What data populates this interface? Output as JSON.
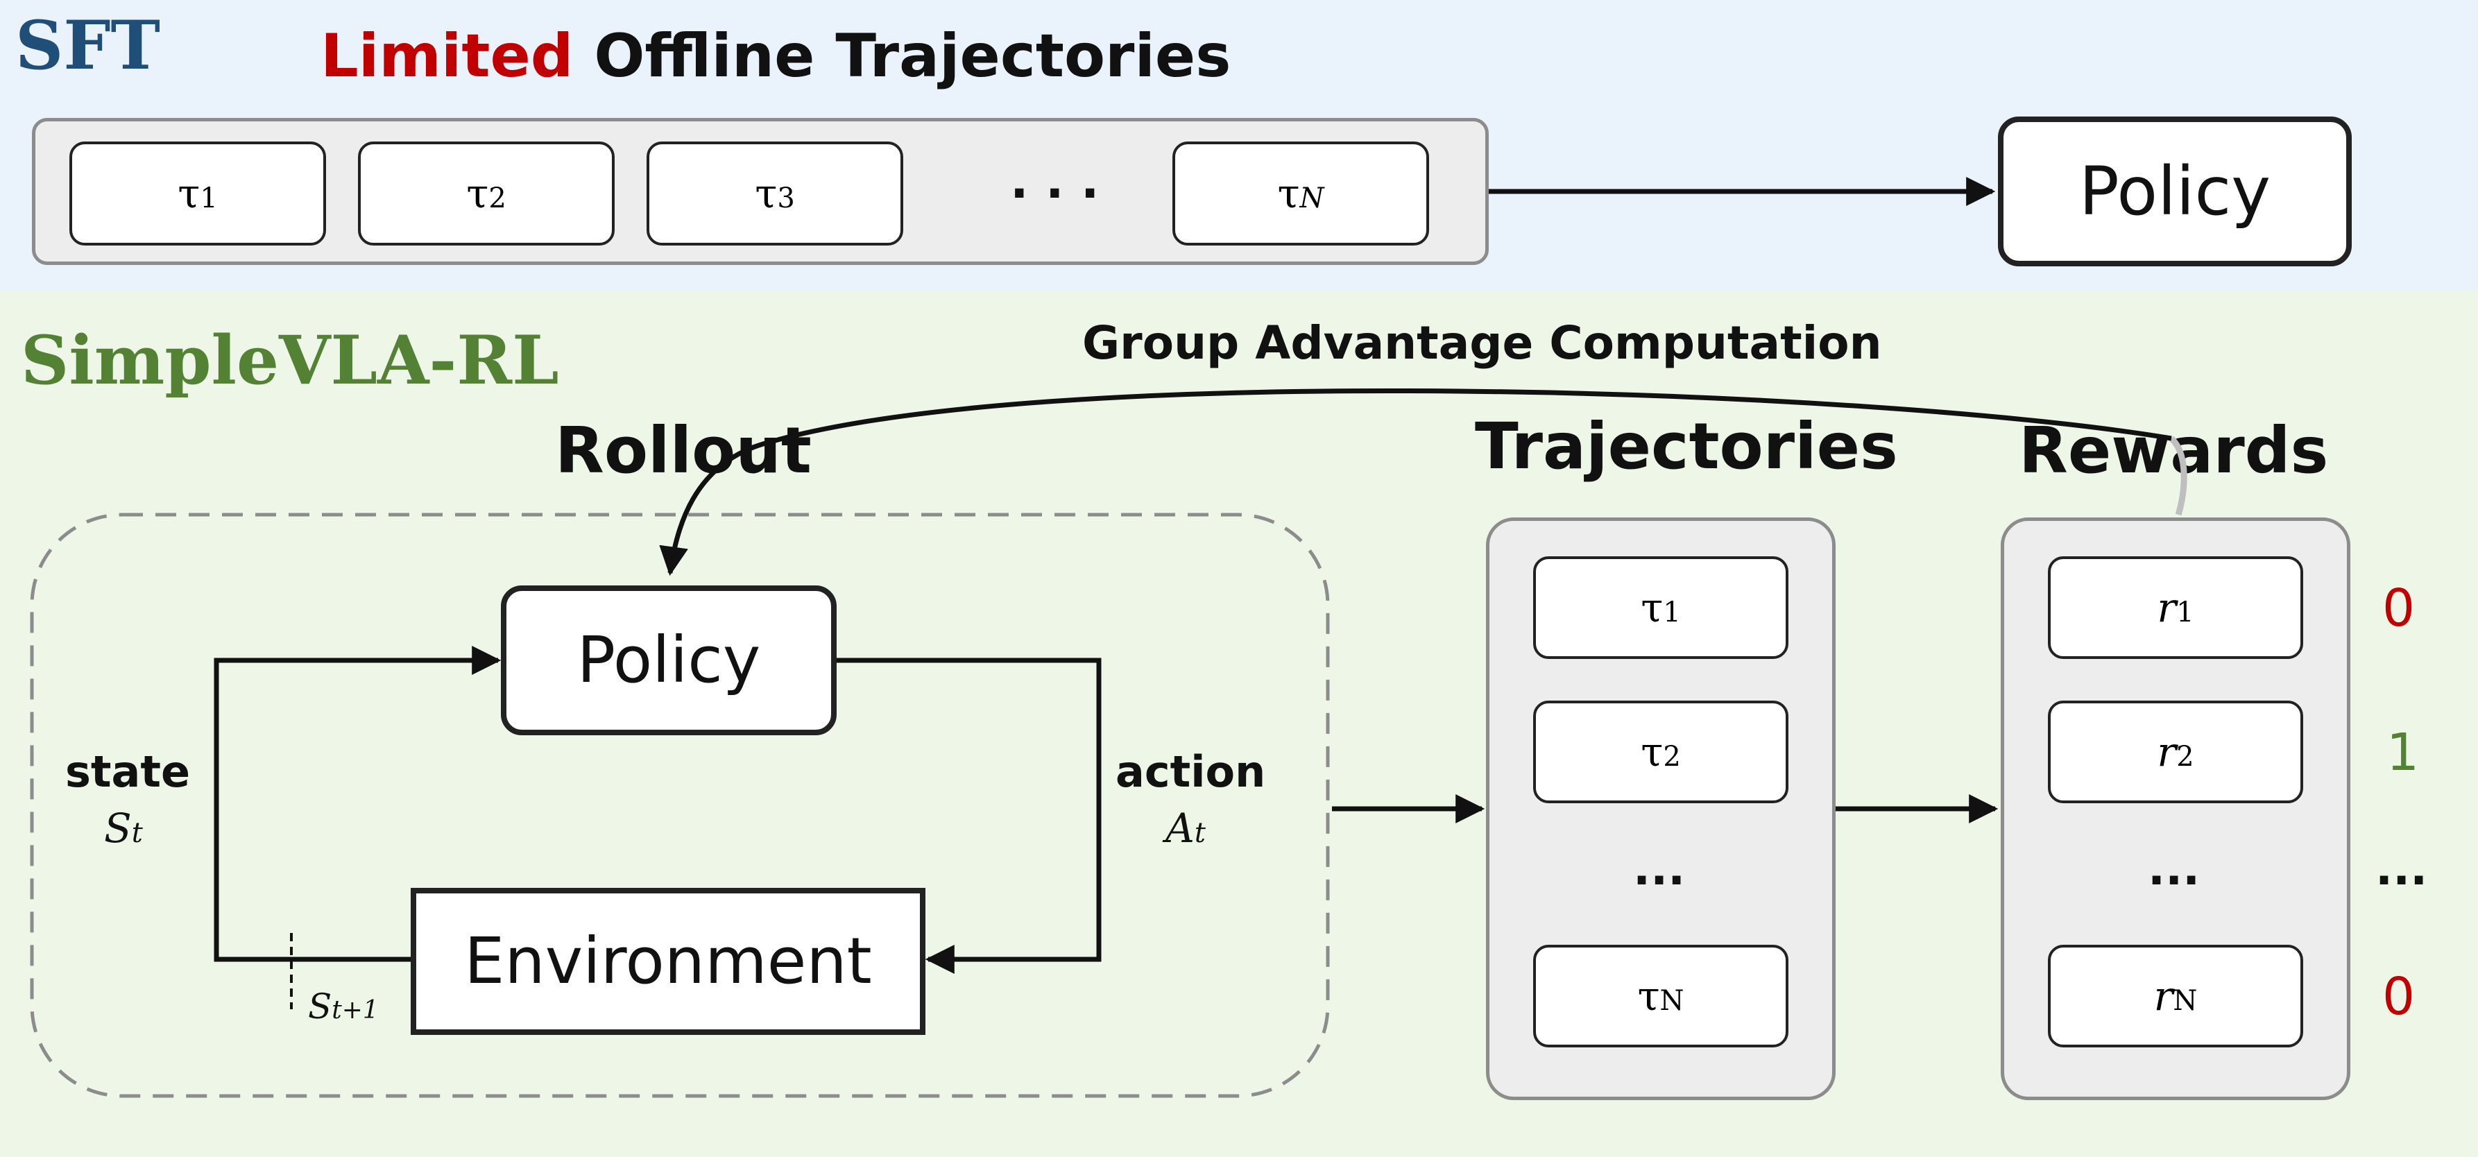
{
  "sft": {
    "label": "SFT",
    "heading_emph": "Limited",
    "heading_rest": " Offline Trajectories",
    "trajectories": [
      {
        "base": "τ",
        "sub": "1"
      },
      {
        "base": "τ",
        "sub": "2"
      },
      {
        "base": "τ",
        "sub": "3"
      },
      {
        "base": "τ",
        "sub": "N"
      }
    ],
    "ellipsis": "· · ·",
    "policy": "Policy"
  },
  "rl": {
    "label": "SimpleVLA-RL",
    "group_advantage": "Group Advantage Computation",
    "rollout": "Rollout",
    "policy": "Policy",
    "environment": "Environment",
    "state_label": "state",
    "state_sym": "S",
    "state_sub": "t",
    "action_label": "action",
    "action_sym": "A",
    "action_sub": "t",
    "next_state_sym": "S",
    "next_state_sub": "t+1",
    "trajectories_heading": "Trajectories",
    "rewards_heading": "Rewards",
    "trajectories": [
      {
        "base": "τ",
        "sub": "1"
      },
      {
        "base": "τ",
        "sub": "2"
      },
      {
        "base": "τ",
        "sub": "N"
      }
    ],
    "rewards": [
      {
        "base": "r",
        "sub": "1"
      },
      {
        "base": "r",
        "sub": "2"
      },
      {
        "base": "r",
        "sub": "N"
      }
    ],
    "ellipsis": "...",
    "reward_values": [
      "0",
      "1",
      "...",
      "0"
    ]
  },
  "colors": {
    "sft_label": "#1f4e79",
    "limited": "#c00000",
    "rl_label": "#548235",
    "reward_zero": "#c00000",
    "reward_one": "#548235",
    "top_band": "#eaf2fb",
    "bottom_band": "#eef6e8"
  }
}
